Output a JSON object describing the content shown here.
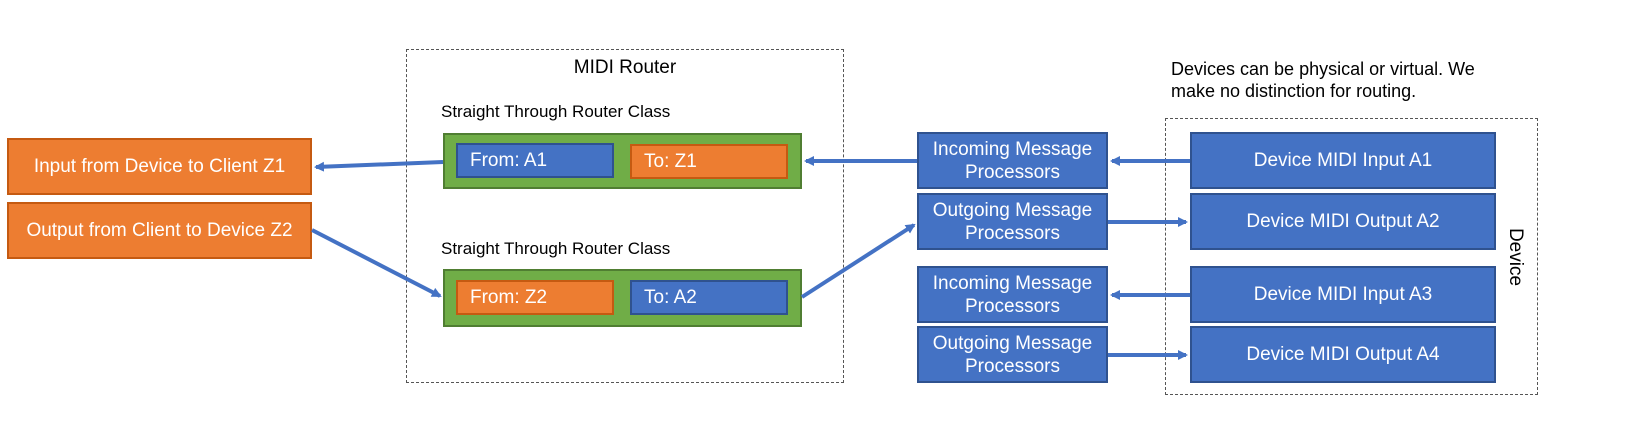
{
  "router": {
    "title": "MIDI Router",
    "class_label_1": "Straight Through Router Class",
    "class_label_2": "Straight Through Router Class",
    "route1": {
      "from": "From: A1",
      "to": "To: Z1"
    },
    "route2": {
      "from": "From: Z2",
      "to": "To: A2"
    }
  },
  "clients": {
    "input": "Input from Device to Client Z1",
    "output": "Output from Client to Device Z2"
  },
  "processors": [
    "Incoming Message Processors",
    "Outgoing Message Processors",
    "Incoming Message Processors",
    "Outgoing Message Processors"
  ],
  "device": {
    "label": "Device",
    "note": "Devices can be physical or virtual. We make no distinction for routing.",
    "ports": [
      "Device MIDI Input A1",
      "Device MIDI Output A2",
      "Device MIDI Input A3",
      "Device MIDI Output A4"
    ]
  },
  "colors": {
    "orange": "#ED7D31",
    "blue": "#4472C4",
    "green": "#70AD47",
    "arrow": "#4472C4"
  }
}
